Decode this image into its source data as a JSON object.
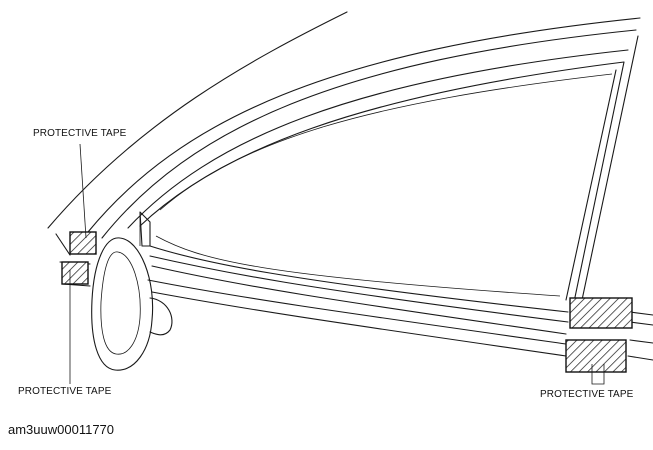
{
  "labels": {
    "top_left": "PROTECTIVE TAPE",
    "bottom_left": "PROTECTIVE TAPE",
    "bottom_right": "PROTECTIVE TAPE"
  },
  "figure_id": "am3uuw00011770"
}
